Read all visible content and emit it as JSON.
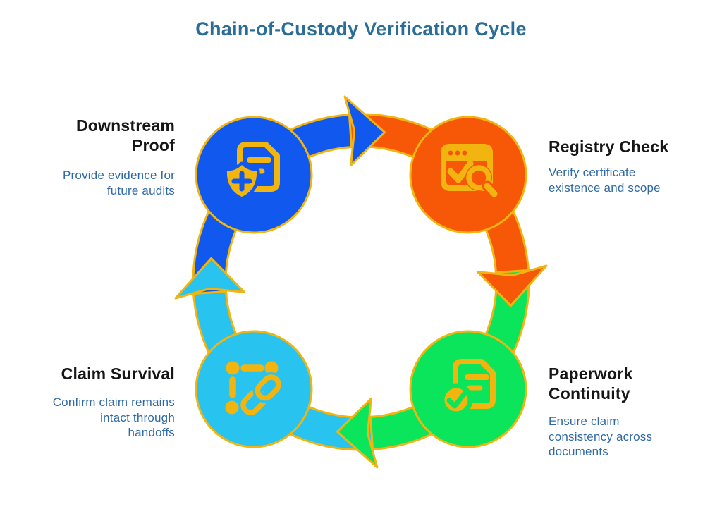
{
  "title": "Chain-of-Custody Verification Cycle",
  "colors": {
    "title": "#2A6D96",
    "heading": "#161616",
    "description": "#2F69A5",
    "gold": "#F2B40F",
    "blue": "#1158EF",
    "orange": "#F65808",
    "green": "#0AE55C",
    "cyan": "#29C3F0",
    "background": "#FFFFFF"
  },
  "steps": [
    {
      "id": "downstream-proof",
      "position": "top-left",
      "circle_color": "#1158EF",
      "icon": "document-shield-plus-icon",
      "title_lines": [
        "Downstream",
        "Proof"
      ],
      "description_lines": [
        "Provide evidence for",
        "future audits"
      ]
    },
    {
      "id": "registry-check",
      "position": "top-right",
      "circle_color": "#F65808",
      "icon": "browser-search-check-icon",
      "title_lines": [
        "Registry Check"
      ],
      "description_lines": [
        "Verify certificate",
        "existence and scope"
      ]
    },
    {
      "id": "paperwork-continuity",
      "position": "bottom-right",
      "circle_color": "#0AE55C",
      "icon": "document-check-icon",
      "title_lines": [
        "Paperwork",
        "Continuity"
      ],
      "description_lines": [
        "Ensure claim",
        "consistency across",
        "documents"
      ]
    },
    {
      "id": "claim-survival",
      "position": "bottom-left",
      "circle_color": "#29C3F0",
      "icon": "linked-nodes-chain-icon",
      "title_lines": [
        "Claim Survival"
      ],
      "description_lines": [
        "Confirm claim remains",
        "intact through",
        "handoffs"
      ]
    }
  ],
  "flow": [
    {
      "from": "downstream-proof",
      "to": "registry-check",
      "arrow_color": "#1158EF"
    },
    {
      "from": "registry-check",
      "to": "paperwork-continuity",
      "arrow_color": "#F65808"
    },
    {
      "from": "paperwork-continuity",
      "to": "claim-survival",
      "arrow_color": "#0AE55C"
    },
    {
      "from": "claim-survival",
      "to": "downstream-proof",
      "arrow_color": "#29C3F0"
    }
  ]
}
